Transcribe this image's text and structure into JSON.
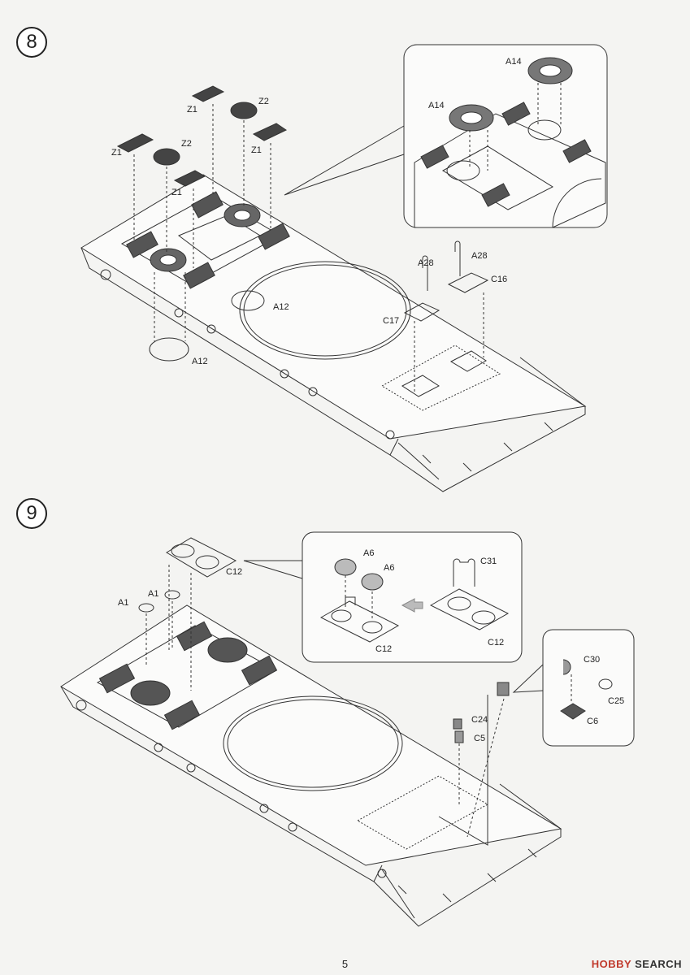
{
  "steps": [
    {
      "number": "8",
      "labels": {
        "z1a": "Z1",
        "z1b": "Z1",
        "z1c": "Z1",
        "z1d": "Z1",
        "z2a": "Z2",
        "z2b": "Z2",
        "a12a": "A12",
        "a12b": "A12",
        "a28a": "A28",
        "a28b": "A28",
        "c16": "C16",
        "c17": "C17",
        "a14a": "A14",
        "a14b": "A14"
      }
    },
    {
      "number": "9",
      "labels": {
        "a1a": "A1",
        "a1b": "A1",
        "c12a": "C12",
        "a6a": "A6",
        "a6b": "A6",
        "c31": "C31",
        "c12b": "C12",
        "c12c": "C12",
        "c24": "C24",
        "c5": "C5",
        "c30": "C30",
        "c25": "C25",
        "c6": "C6"
      }
    }
  ],
  "footer": {
    "page_number": "5"
  },
  "watermark": {
    "brand": "HOBBY",
    "rest": " SEARCH"
  }
}
